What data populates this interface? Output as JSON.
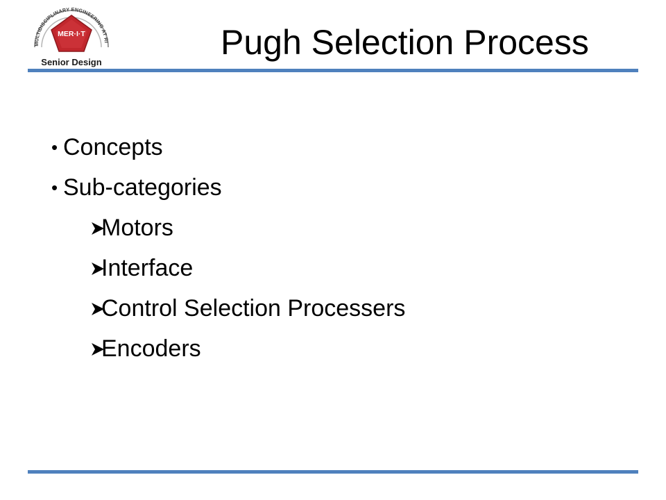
{
  "logo": {
    "arc_text": "MULTIDISCIPLINARY ENGINEERING AT RIT",
    "emblem_text": "MER·I·T",
    "caption": "Senior Design",
    "accent_color": "#c1272d"
  },
  "slide": {
    "title": "Pugh Selection Process",
    "rule_color": "#4f81bd",
    "bullets": [
      {
        "marker": "•",
        "label": "Concepts"
      },
      {
        "marker": "•",
        "label": "Sub-categories"
      }
    ],
    "sub_items": [
      {
        "icon": "arrow-bullet-icon",
        "label": "Motors"
      },
      {
        "icon": "arrow-bullet-icon",
        "label": "Interface"
      },
      {
        "icon": "arrow-bullet-icon",
        "label": "Control Selection Processers"
      },
      {
        "icon": "arrow-bullet-icon",
        "label": "Encoders"
      }
    ]
  }
}
